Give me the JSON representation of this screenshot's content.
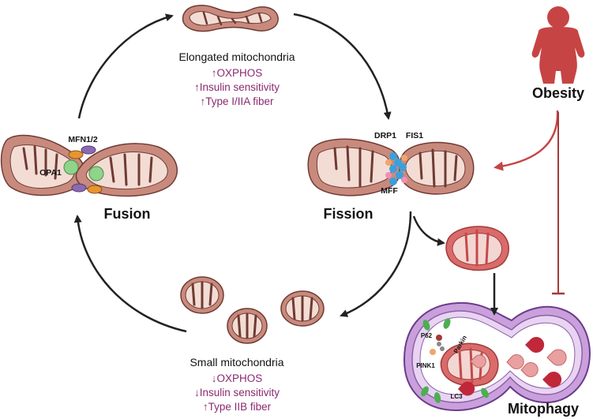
{
  "colors": {
    "mito_fill": "#c98a7e",
    "mito_outline": "#6e3b33",
    "mito_inner": "#f3dcd4",
    "arrow": "#222222",
    "obesity_red": "#c74444",
    "effect_text": "#8b2a6e",
    "membrane_purple": "#8e5fa8"
  },
  "elongated": {
    "title": "Elongated mitochondria",
    "effects": [
      "↑OXPHOS",
      "↑Insulin sensitivity",
      "↑Type I/IIA fiber"
    ]
  },
  "small": {
    "title": "Small mitochondria",
    "effects": [
      "↓OXPHOS",
      "↓Insulin sensitivity",
      "↑Type IIB fiber"
    ]
  },
  "fusion": {
    "label": "Fusion",
    "proteins": [
      "MFN1/2",
      "OPA1"
    ]
  },
  "fission": {
    "label": "Fission",
    "proteins": [
      "DRP1",
      "FIS1",
      "MFF"
    ]
  },
  "obesity": {
    "label": "Obesity",
    "icon": "person-icon"
  },
  "mitophagy": {
    "label": "Mitophagy",
    "proteins": [
      "P62",
      "Parkin",
      "PINK1",
      "LC3"
    ]
  }
}
